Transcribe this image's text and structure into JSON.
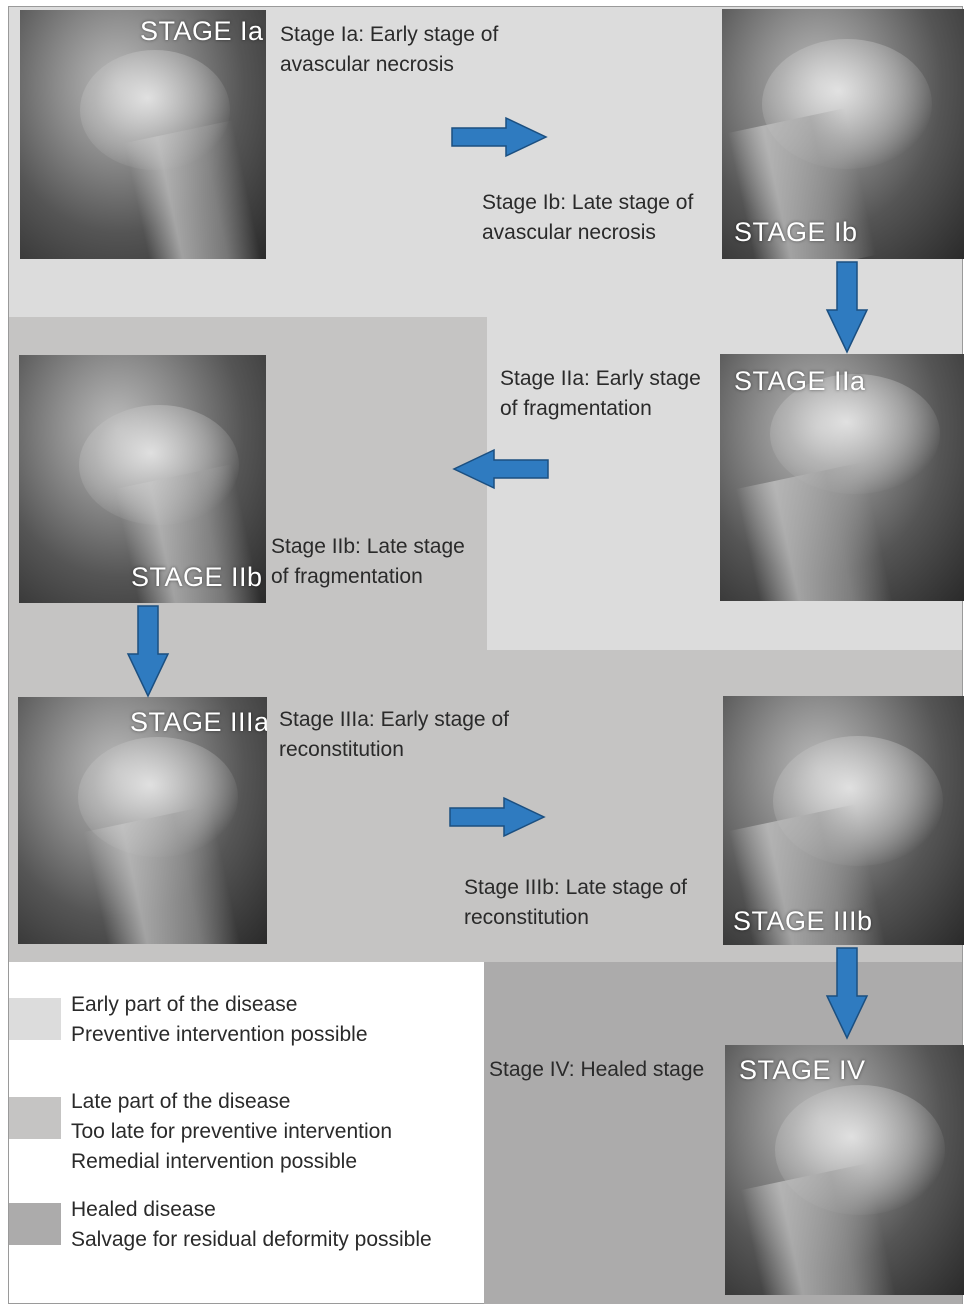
{
  "colors": {
    "early_zone": "#dcdcdc",
    "late_zone": "#c5c4c3",
    "healed_zone": "#acabab",
    "arrow": "#2f7bc0",
    "arrow_outline": "#1b4f80"
  },
  "stages": {
    "ia": {
      "label": "STAGE Ia",
      "caption_1": "Stage Ia: Early stage of",
      "caption_2": "avascular necrosis"
    },
    "ib": {
      "label": "STAGE Ib",
      "caption_1": "Stage Ib: Late stage of",
      "caption_2": "avascular necrosis"
    },
    "iia": {
      "label": "STAGE IIa",
      "caption_1": "Stage IIa: Early stage",
      "caption_2": "of fragmentation"
    },
    "iib": {
      "label": "STAGE IIb",
      "caption_1": "Stage IIb: Late stage",
      "caption_2": "of fragmentation"
    },
    "iiia": {
      "label": "STAGE IIIa",
      "caption_1": "Stage IIIa: Early stage of",
      "caption_2": "reconstitution"
    },
    "iiib": {
      "label": "STAGE IIIb",
      "caption_1": "Stage IIIb: Late stage of",
      "caption_2": "reconstitution"
    },
    "iv": {
      "label": "STAGE IV",
      "caption_1": "Stage IV: Healed stage"
    }
  },
  "legend": {
    "early": {
      "line_1": "Early part of the disease",
      "line_2": "Preventive intervention possible"
    },
    "late": {
      "line_1": "Late part of the disease",
      "line_2": "Too late for preventive intervention",
      "line_3": "Remedial intervention possible"
    },
    "healed": {
      "line_1": "Healed disease",
      "line_2": "Salvage for residual deformity possible"
    }
  }
}
